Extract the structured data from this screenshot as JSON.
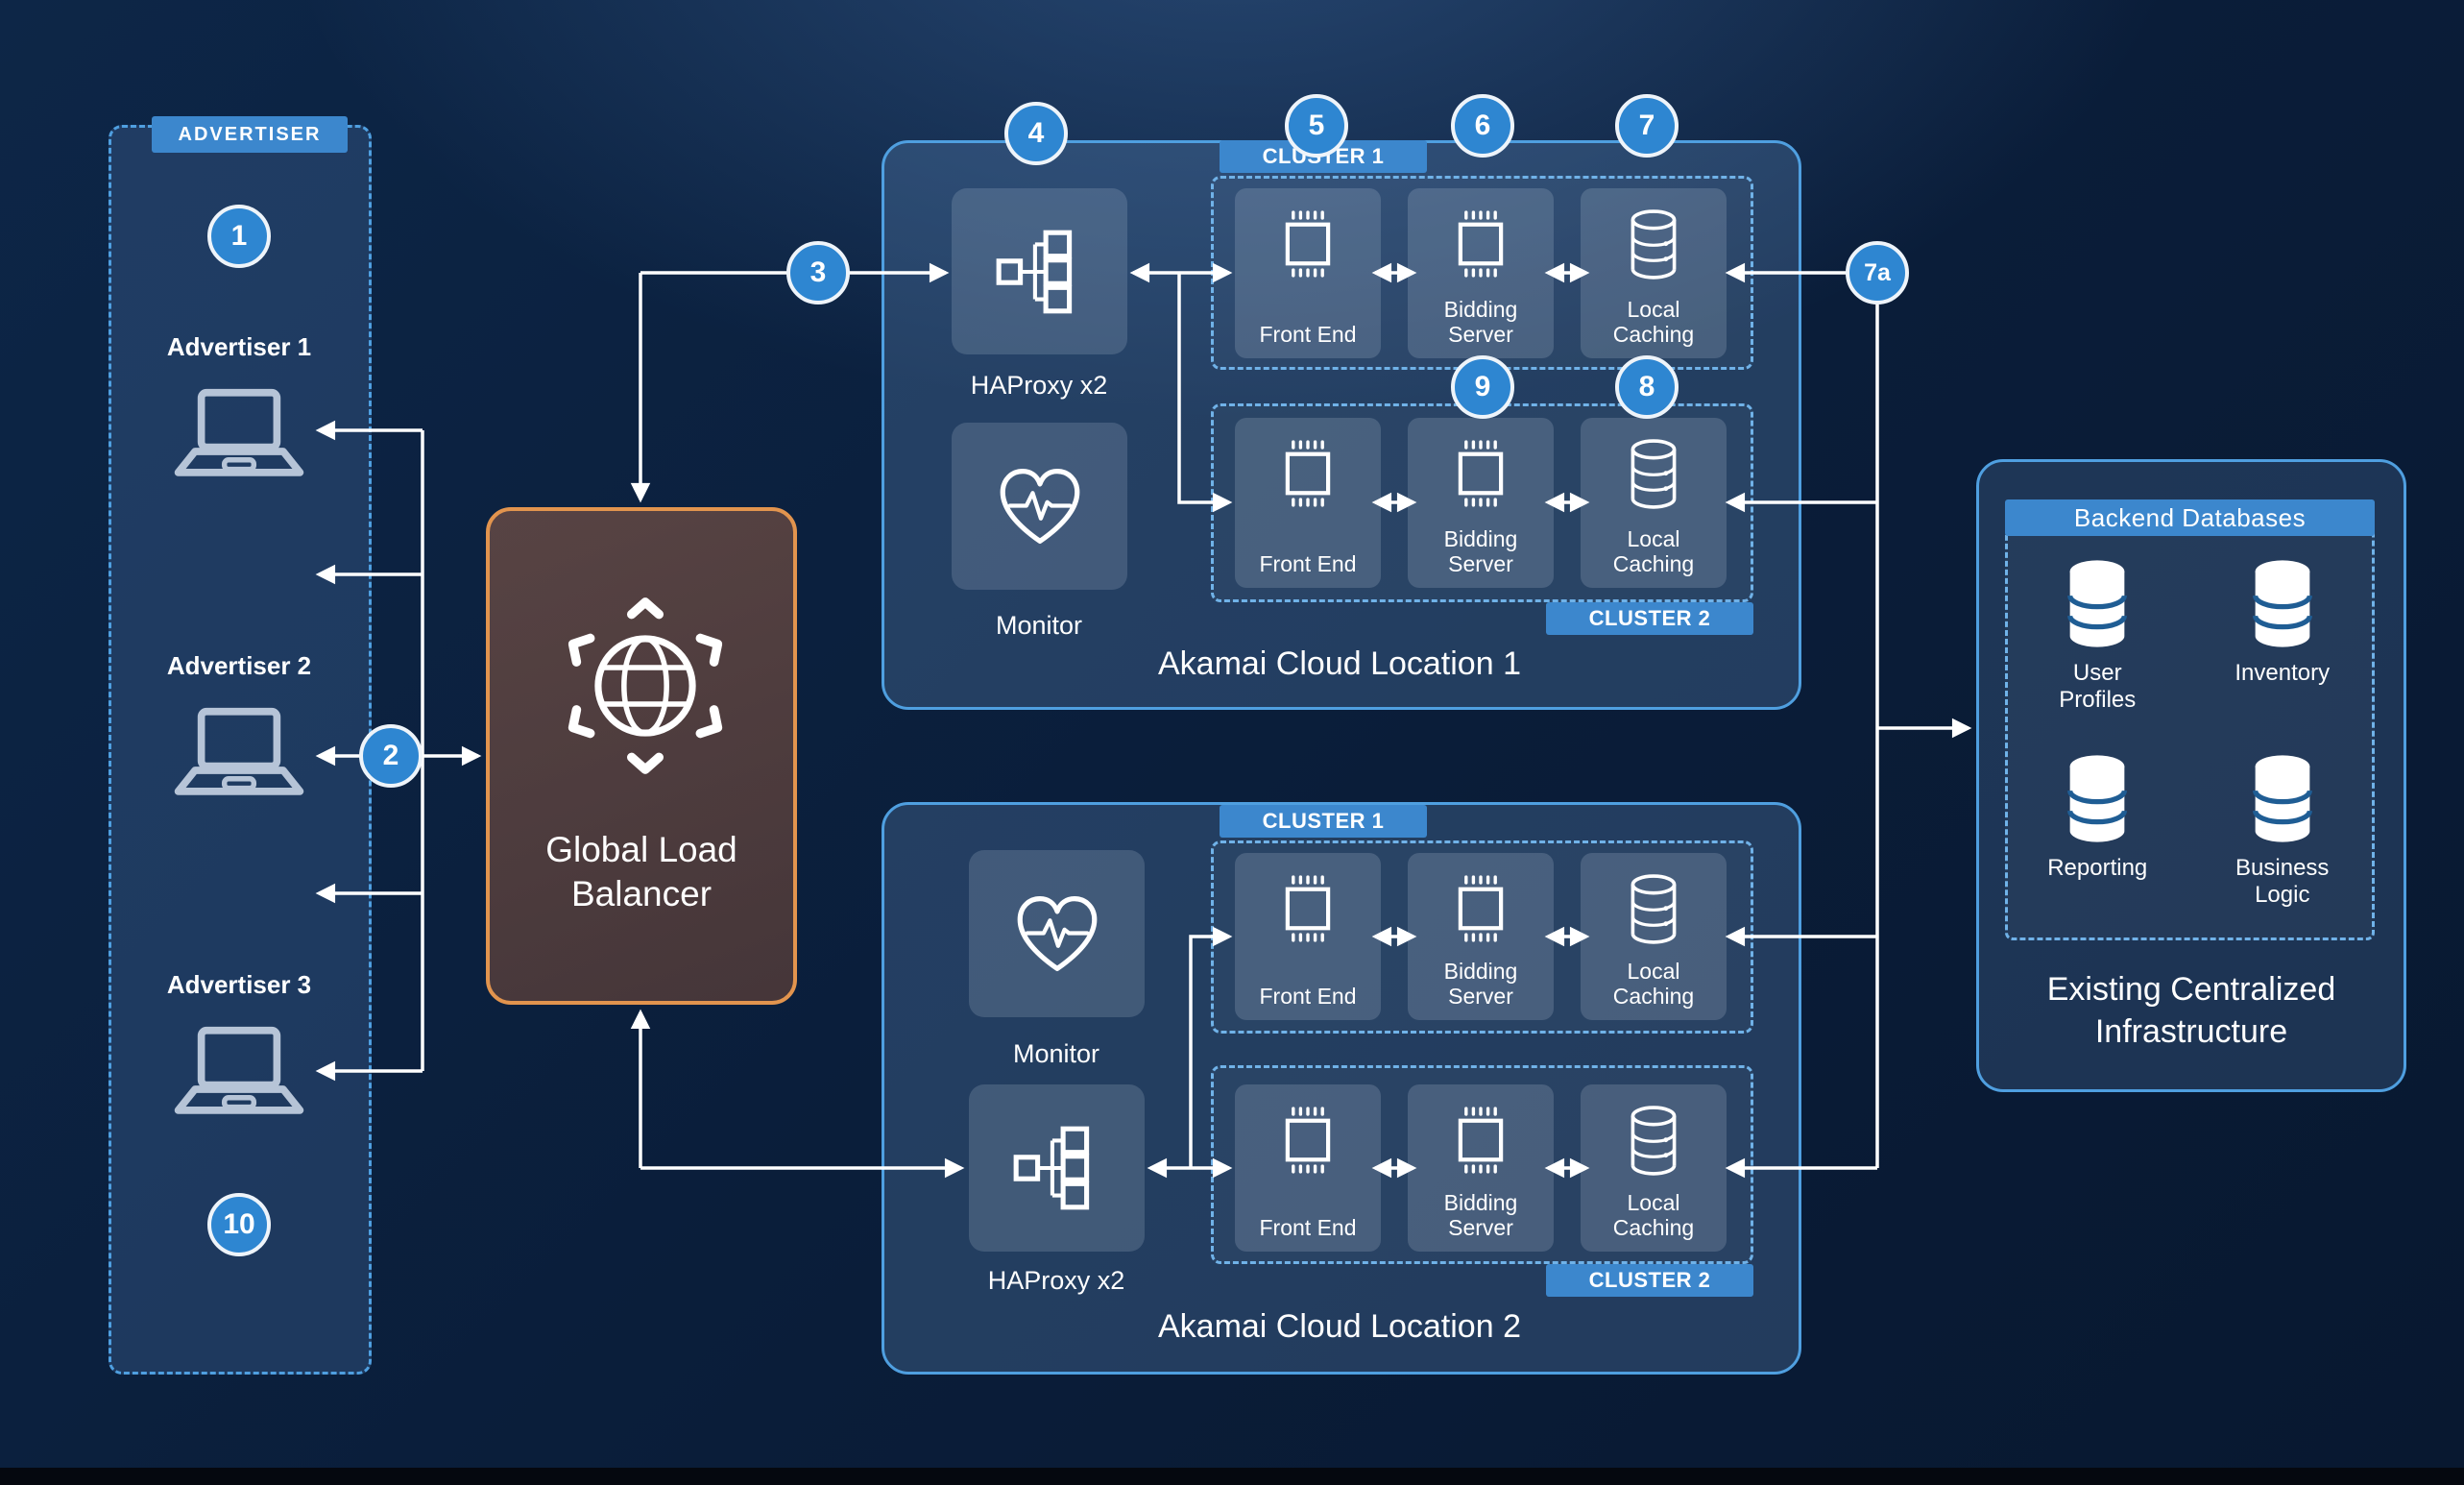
{
  "advertiser": {
    "tab": "ADVERTISER",
    "items": [
      "Advertiser 1",
      "Advertiser 2",
      "Advertiser 3"
    ]
  },
  "badges": {
    "n1": "1",
    "n2": "2",
    "n3": "3",
    "n4": "4",
    "n5": "5",
    "n6": "6",
    "n7": "7",
    "n7a": "7a",
    "n8": "8",
    "n9": "9",
    "n10": "10"
  },
  "glb": {
    "label": "Global Load Balancer"
  },
  "loc1": {
    "title": "Akamai Cloud Location 1",
    "haproxy": "HAProxy x2",
    "monitor": "Monitor",
    "cluster1": {
      "tab": "CLUSTER 1",
      "front": "Front End",
      "bidding": "Bidding Server",
      "caching": "Local Caching"
    },
    "cluster2": {
      "tab": "CLUSTER 2",
      "front": "Front End",
      "bidding": "Bidding Server",
      "caching": "Local Caching"
    }
  },
  "loc2": {
    "title": "Akamai Cloud Location 2",
    "haproxy": "HAProxy x2",
    "monitor": "Monitor",
    "cluster1": {
      "tab": "CLUSTER 1",
      "front": "Front End",
      "bidding": "Bidding Server",
      "caching": "Local Caching"
    },
    "cluster2": {
      "tab": "CLUSTER 2",
      "front": "Front End",
      "bidding": "Bidding Server",
      "caching": "Local Caching"
    }
  },
  "eci": {
    "header": "Backend Databases",
    "databases": [
      "User Profiles",
      "Inventory",
      "Reporting",
      "Business Logic"
    ],
    "title": "Existing Centralized Infrastructure"
  },
  "colors": {
    "badge_blue": "#2e86d1",
    "tab_blue": "#3c87cd",
    "outline_blue": "#4f9fe0",
    "glb_orange": "#e2944e",
    "line": "#ffffff"
  }
}
